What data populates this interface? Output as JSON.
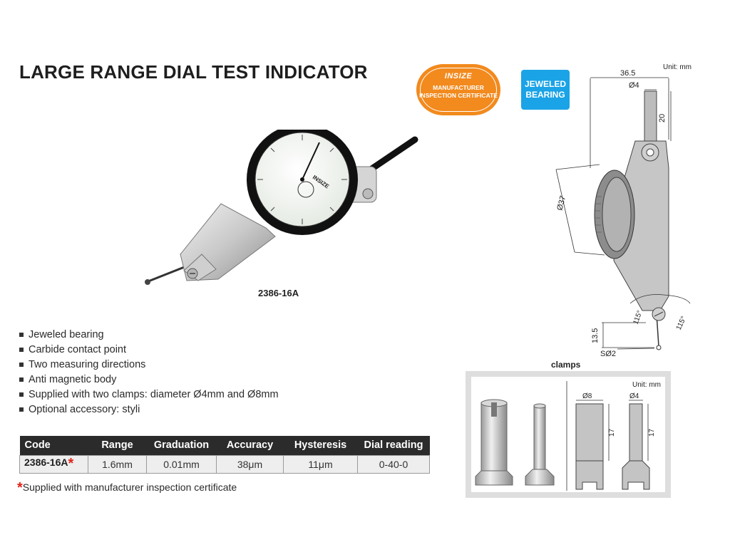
{
  "title": "LARGE RANGE DIAL TEST INDICATOR",
  "badge_insize": {
    "logo": "INSIZE",
    "line1": "MANUFACTURER",
    "line2": "INSPECTION CERTIFICATE",
    "color": "#f28a1e"
  },
  "badge_jewel": {
    "line1": "JEWELED",
    "line2": "BEARING",
    "color": "#1aa3e6"
  },
  "product": {
    "model": "2386-16A"
  },
  "features": [
    "Jeweled bearing",
    "Carbide contact point",
    "Two measuring directions",
    "Anti magnetic body",
    "Supplied with two clamps: diameter Ø4mm and Ø8mm",
    "Optional accessory: styli"
  ],
  "table": {
    "headers": [
      "Code",
      "Range",
      "Graduation",
      "Accuracy",
      "Hysteresis",
      "Dial reading"
    ],
    "row": {
      "code": "2386-16A",
      "mark": "*",
      "range": "1.6mm",
      "graduation": "0.01mm",
      "accuracy": "38μm",
      "hysteresis": "11μm",
      "dial_reading": "0-40-0"
    }
  },
  "footnote": {
    "mark": "*",
    "text": "Supplied with manufacturer inspection certificate"
  },
  "drawing": {
    "unit": "Unit: mm",
    "dim_width": "36.5",
    "dim_stem_dia": "Ø4",
    "dim_stem_len": "20",
    "dim_dial_dia": "Ø37",
    "dim_tip_height": "13.5",
    "dim_ball": "SØ2",
    "angle_left": "115°",
    "angle_right": "115°"
  },
  "clamps": {
    "label": "clamps",
    "unit": "Unit: mm",
    "large_dia": "Ø8",
    "large_len": "17",
    "small_dia": "Ø4",
    "small_len": "17"
  }
}
